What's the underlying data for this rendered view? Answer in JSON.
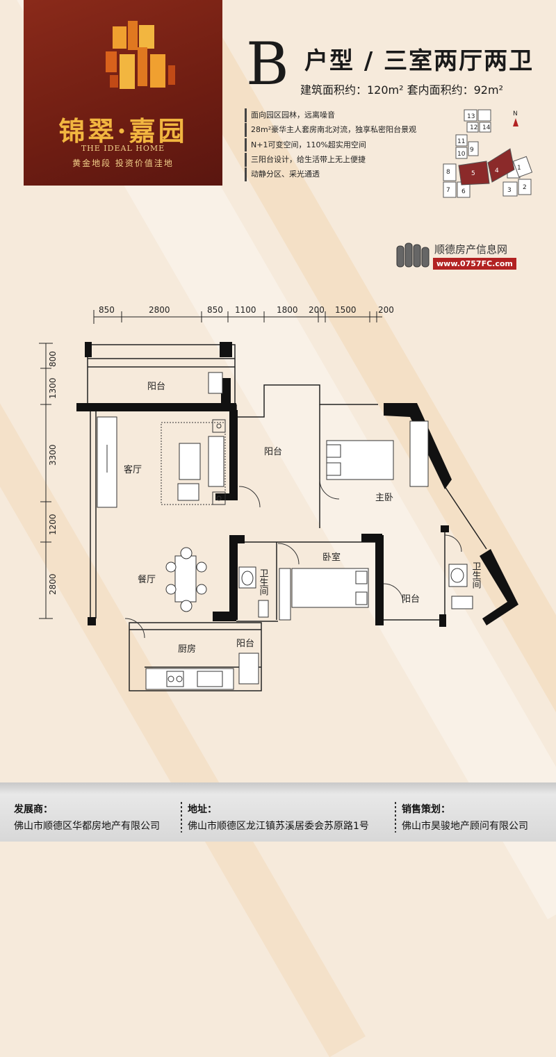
{
  "brand": {
    "name": "锦翠·嘉园",
    "english": "THE IDEAL HOME",
    "slogan": "黄金地段  投资价值洼地"
  },
  "unit": {
    "letter": "B",
    "title": "户型 / 三室两厅两卫",
    "area_text": "建筑面积约：120m² 套内面积约：92m²"
  },
  "features": [
    "面向园区园林，远离噪音",
    "28m²豪华主人套房南北对流，独享私密阳台景观",
    "N+1可变空间，110%超实用空间",
    "三阳台设计，给生活带上无上便捷",
    "动静分区、采光通透"
  ],
  "site_key": {
    "buildings": [
      "13",
      "12",
      "14",
      "11",
      "10",
      "9",
      "8",
      "5",
      "4",
      "1",
      "7",
      "6",
      "3",
      "2"
    ],
    "north": "N"
  },
  "watermark": {
    "name": "顺德房产信息网",
    "url": "www.0757FC.com"
  },
  "dimensions": {
    "top": [
      "850",
      "2800",
      "850",
      "1100",
      "1800",
      "200",
      "1500",
      "200"
    ],
    "left": [
      "800",
      "1300",
      "3300",
      "1200",
      "2800"
    ]
  },
  "rooms": {
    "balcony_top": "阳台",
    "living": "客厅",
    "balcony_mid": "阳台",
    "master": "主卧",
    "bedroom": "卧室",
    "dining": "餐厅",
    "bath1": "卫生间",
    "bath2": "卫生间",
    "balcony_right": "阳台",
    "kitchen": "厨房",
    "balcony_kitchen": "阳台"
  },
  "footer": {
    "developer_label": "发展商：",
    "developer": "佛山市顺德区华都房地产有限公司",
    "address_label": "地址：",
    "address": "佛山市顺德区龙江镇苏溪居委会苏原路1号",
    "sales_label": "销售策划：",
    "sales": "佛山市昊骏地产顾问有限公司"
  },
  "colors": {
    "brand_dark": "#6e1d12",
    "brand_gold": "#f2b640",
    "highlight": "#8b2a2a",
    "url_red": "#b22222"
  }
}
